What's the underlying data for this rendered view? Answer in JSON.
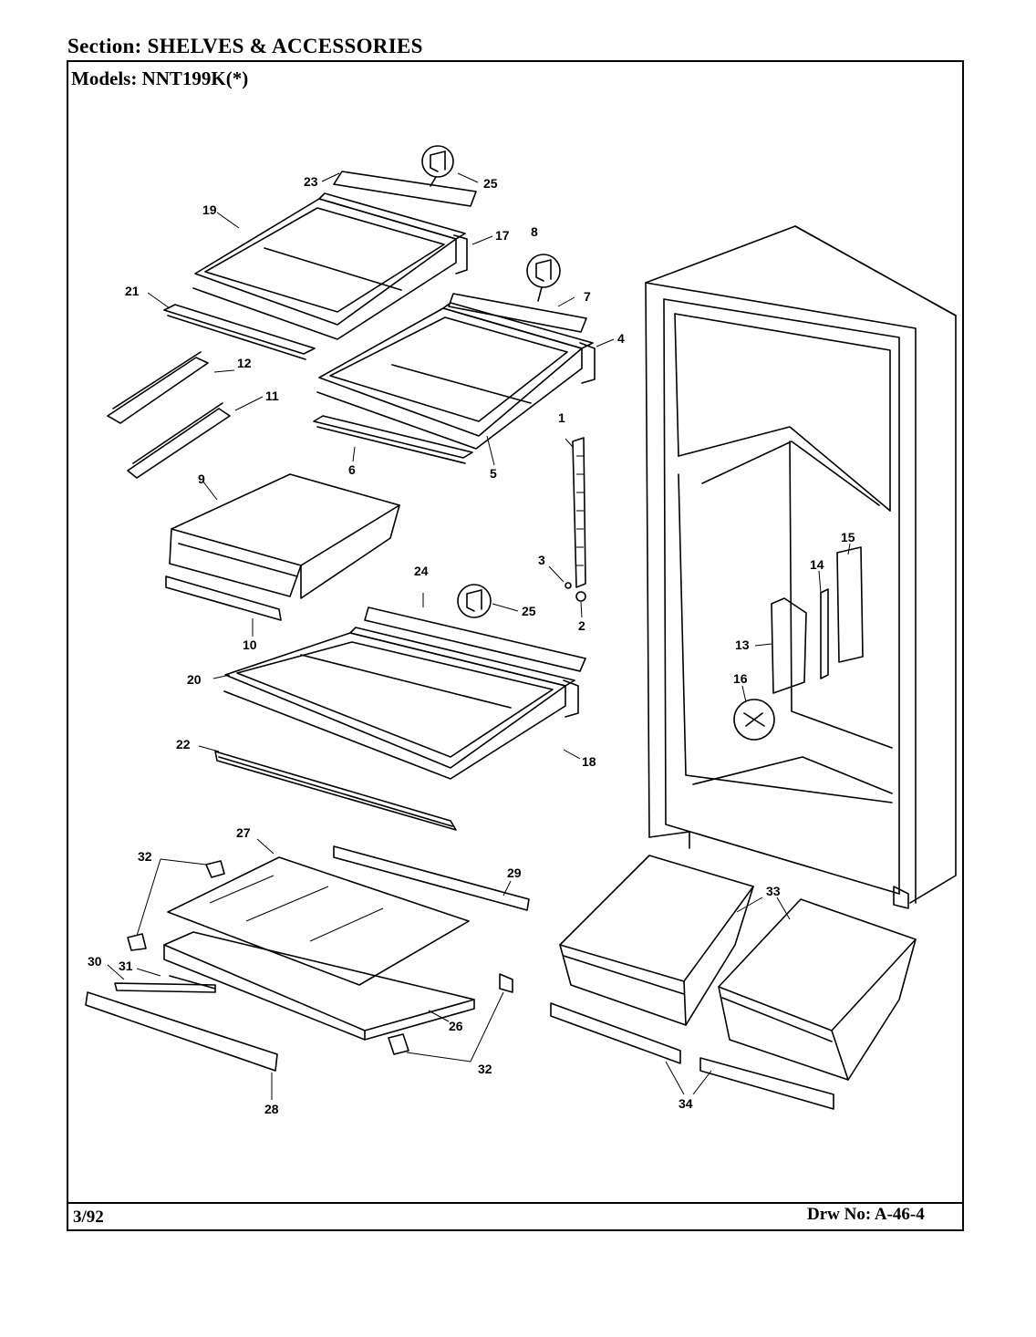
{
  "header": {
    "section_title": "Section:  SHELVES & ACCESSORIES",
    "models": "Models:  NNT199K(*)"
  },
  "footer": {
    "date": "3/92",
    "drawing_number": "Drw No: A-46-4"
  },
  "callouts": [
    "1",
    "2",
    "3",
    "4",
    "5",
    "6",
    "7",
    "8",
    "9",
    "10",
    "11",
    "12",
    "13",
    "14",
    "15",
    "16",
    "17",
    "18",
    "19",
    "20",
    "21",
    "22",
    "23",
    "24",
    "25",
    "25",
    "26",
    "27",
    "28",
    "29",
    "30",
    "31",
    "32",
    "32",
    "33",
    "34"
  ]
}
